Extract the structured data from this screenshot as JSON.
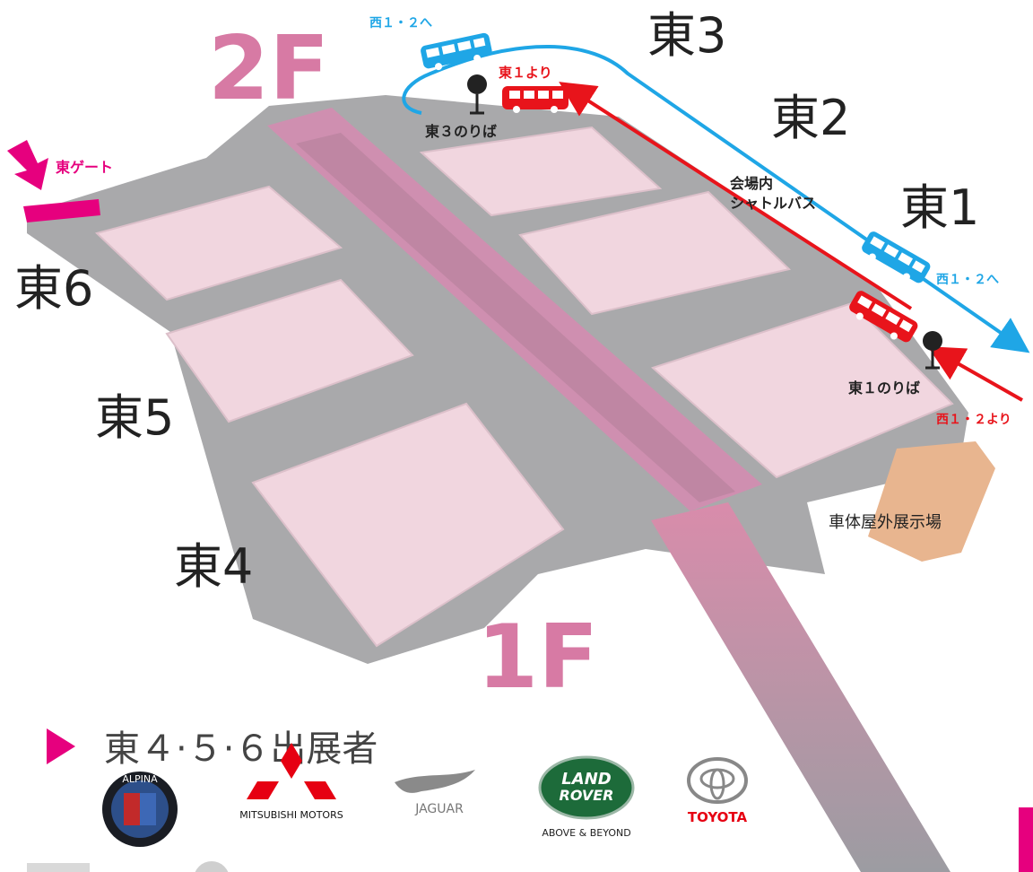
{
  "floors": {
    "upper": "2F",
    "lower": "1F"
  },
  "halls": [
    {
      "id": "east1",
      "label": "東1"
    },
    {
      "id": "east2",
      "label": "東2"
    },
    {
      "id": "east3",
      "label": "東3"
    },
    {
      "id": "east4",
      "label": "東4"
    },
    {
      "id": "east5",
      "label": "東5"
    },
    {
      "id": "east6",
      "label": "東6"
    }
  ],
  "gate": {
    "label": "東ゲート"
  },
  "shuttle": {
    "title_line1": "会場内",
    "title_line2": "シャトルバス",
    "stop_east3": "東３のりば",
    "stop_east1": "東１のりば",
    "to_west_top": "西１・２へ",
    "to_west_right": "西１・２へ",
    "from_east1": "東１より",
    "from_west": "西１・２より"
  },
  "outdoor_exhibit": "車体屋外展示場",
  "exhibitors": {
    "heading": "東４·５·６出展者",
    "brands": [
      {
        "name": "ALPINA",
        "top": "ALPINA",
        "icon": "alpina-badge-icon"
      },
      {
        "name": "MITSUBISHI MOTORS",
        "icon": "mitsubishi-diamonds-icon"
      },
      {
        "name": "JAGUAR",
        "icon": "jaguar-leaper-icon"
      },
      {
        "name": "LAND ROVER",
        "top": "LAND",
        "bottom": "ROVER",
        "tagline": "ABOVE & BEYOND",
        "icon": "land-rover-oval-icon"
      },
      {
        "name": "TOYOTA",
        "icon": "toyota-emblem-icon"
      }
    ]
  },
  "colors": {
    "accent": "#e6007e",
    "floor_label": "#d77aa4",
    "hall_fill": "#f1d6df",
    "frame_gray": "#a8a8aa",
    "bus_blue": "#1fa6e6",
    "bus_red": "#e8141b",
    "outdoor": "#e8b58f"
  }
}
